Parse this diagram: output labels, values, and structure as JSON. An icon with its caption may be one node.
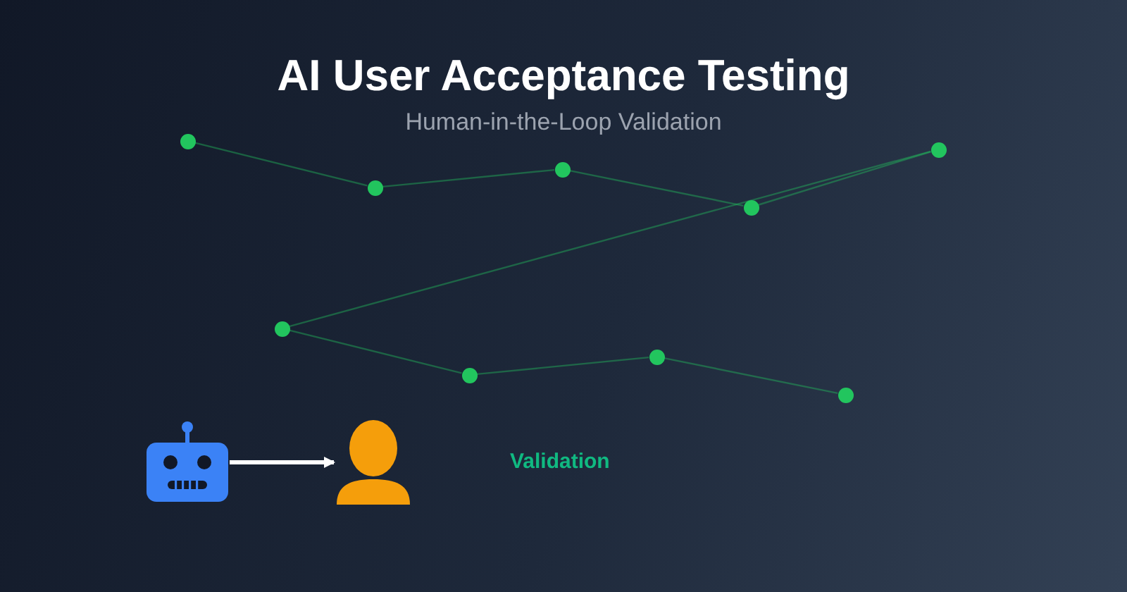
{
  "diagram": {
    "title": "AI User Acceptance Testing",
    "caption": "Human-in-the-Loop Validation",
    "nodes": [
      {
        "text": [],
        "shape": "circle"
      },
      {
        "text": [],
        "shape": "circle"
      },
      {
        "text": [],
        "shape": "circle"
      },
      {
        "text": [],
        "shape": "circle"
      },
      {
        "text": [],
        "shape": "circle"
      },
      {
        "text": [],
        "shape": "circle"
      },
      {
        "text": [],
        "shape": "circle"
      },
      {
        "text": [],
        "shape": "circle"
      },
      {
        "text": [],
        "shape": "circle"
      },
      {
        "text": [],
        "shape": "picture"
      },
      {
        "text": [],
        "shape": "person"
      }
    ],
    "edges": [
      {
        "from": 0,
        "to": 1,
        "arrow": "none"
      },
      {
        "from": 1,
        "to": 2,
        "arrow": "none"
      },
      {
        "from": 2,
        "to": 3,
        "arrow": "none"
      },
      {
        "from": 3,
        "to": 4,
        "arrow": "none"
      },
      {
        "from": 4,
        "to": 5,
        "arrow": "none"
      },
      {
        "from": 5,
        "to": 6,
        "arrow": "none"
      },
      {
        "from": 6,
        "to": 7,
        "arrow": "none"
      },
      {
        "from": 7,
        "to": 8,
        "arrow": "none"
      },
      {
        "from": 9,
        "to": 10,
        "arrow": "to",
        "style": "thick",
        "color": "#ffffff"
      }
    ],
    "labels": [
      "Validation"
    ]
  }
}
